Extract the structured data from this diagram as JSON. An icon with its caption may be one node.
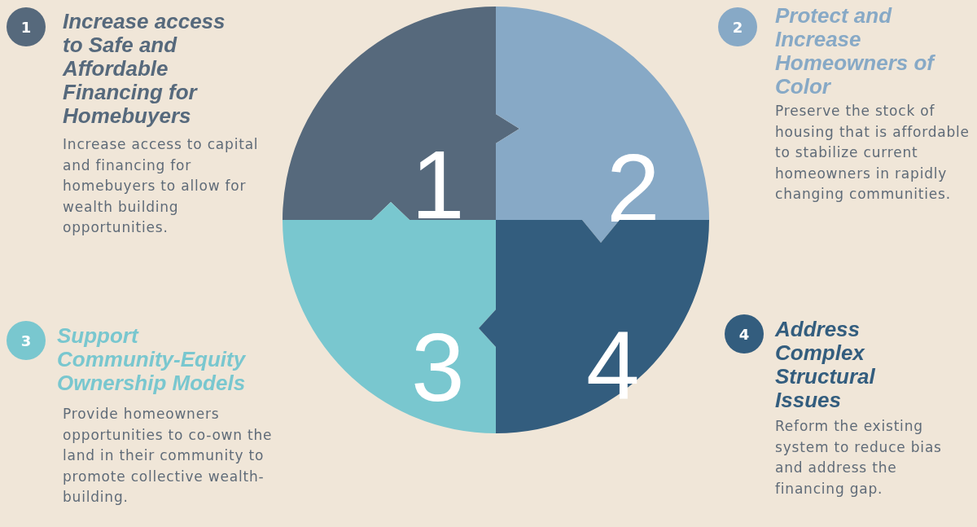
{
  "diagram": {
    "nodes": [
      {
        "text": [
          "1"
        ]
      },
      {
        "text": [
          "2"
        ]
      },
      {
        "text": [
          "3"
        ]
      },
      {
        "text": [
          "4"
        ]
      },
      {
        "text": [
          "1"
        ],
        "beside": [
          "Increase access to Safe and Affordable Financing for Homebuyers",
          "Increase access to capital and financing for homebuyers to allow for wealth building opportunities."
        ]
      },
      {
        "text": [
          "2"
        ],
        "beside": [
          "Protect and Increase Homeowners of Color",
          "Preserve the stock of housing that is affordable to stabilize current homeowners in rapidly changing communities."
        ]
      },
      {
        "text": [
          "3"
        ],
        "beside": [
          "Support Community-Equity Ownership Models",
          "Provide homeowners opportunities to co-own the land in their community to promote collective wealth-building."
        ]
      },
      {
        "text": [
          "4"
        ],
        "beside": [
          "Address Complex Structural Issues",
          "Reform the existing system to reduce bias and address the financing gap."
        ]
      }
    ],
    "edges": []
  }
}
